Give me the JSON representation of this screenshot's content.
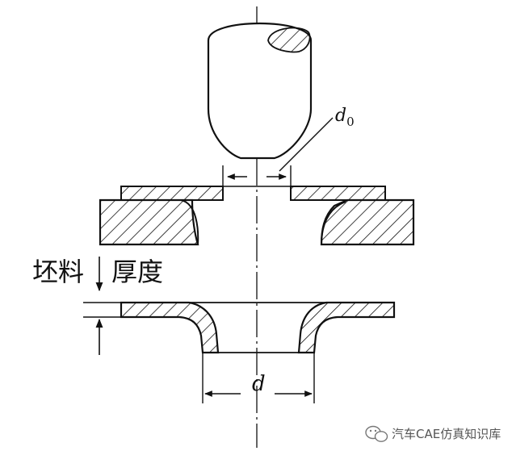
{
  "labels": {
    "d0_main": "d",
    "d0_sub": "0",
    "d": "d",
    "blank_thickness_left": "坯料",
    "blank_thickness_right": "厚度"
  },
  "watermark": {
    "text": "汽车CAE仿真知识库",
    "icon": "wechat-icon"
  },
  "colors": {
    "line": "#111111",
    "background": "#ffffff"
  }
}
